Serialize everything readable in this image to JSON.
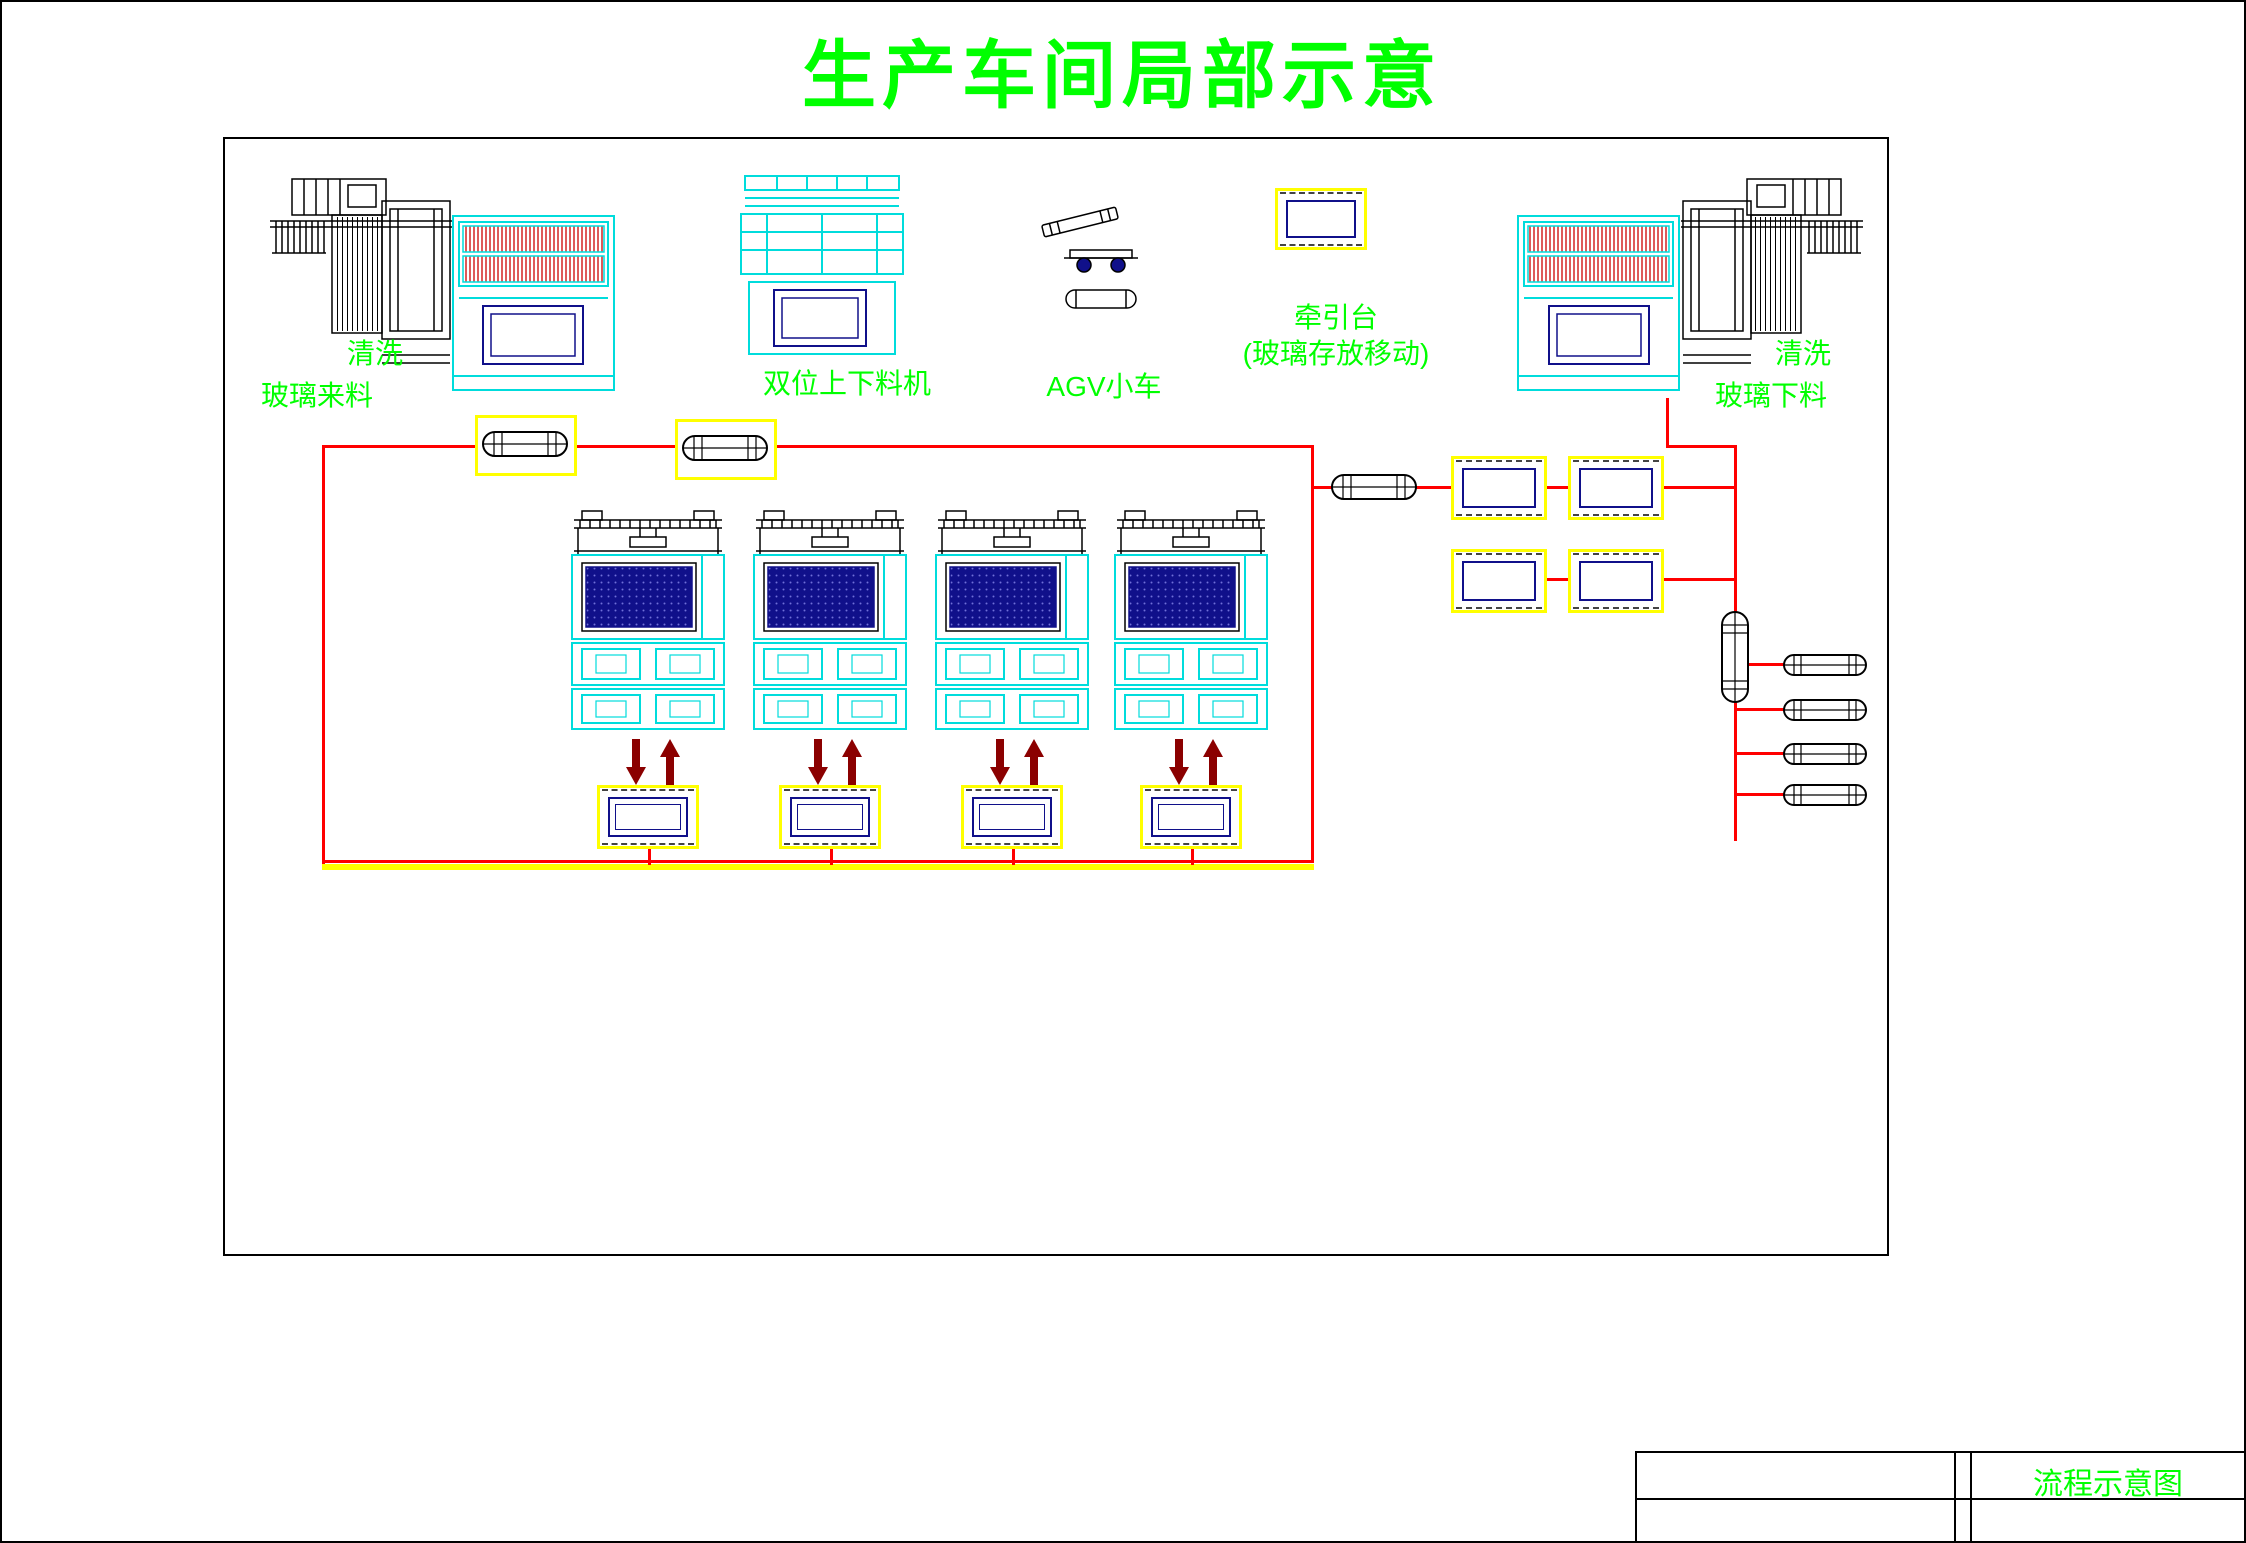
{
  "title": "生产车间局部示意",
  "labels": {
    "wash_in": "清洗",
    "glass_in": "玻璃来料",
    "dual_loader": "双位上下料机",
    "agv": "AGV小车",
    "traction_line1": "牵引台",
    "traction_line2": "(玻璃存放移动)",
    "wash_out": "清洗",
    "glass_out": "玻璃下料"
  },
  "title_block": {
    "drawing_name": "流程示意图"
  },
  "icons": {
    "washer_black": "washing-machine-line-art",
    "washer_cyan": "cyan-loader-with-glass-cassette",
    "dual_loader": "dual-position-loader",
    "agv": "agv-cart",
    "station": "processing-station",
    "pallet": "glass-pallet",
    "roller": "roller-conveyor",
    "arrow_down": "flow-arrow-down",
    "arrow_up": "flow-arrow-up"
  },
  "colors": {
    "accent_green": "#00ff00",
    "machine_cyan": "#00dcdc",
    "flow_red": "#ff0000",
    "highlight_yellow": "#ffff00",
    "detail_blue": "#10108a",
    "hatch_red": "#cc0000",
    "arrow_maroon": "#8b0000"
  }
}
